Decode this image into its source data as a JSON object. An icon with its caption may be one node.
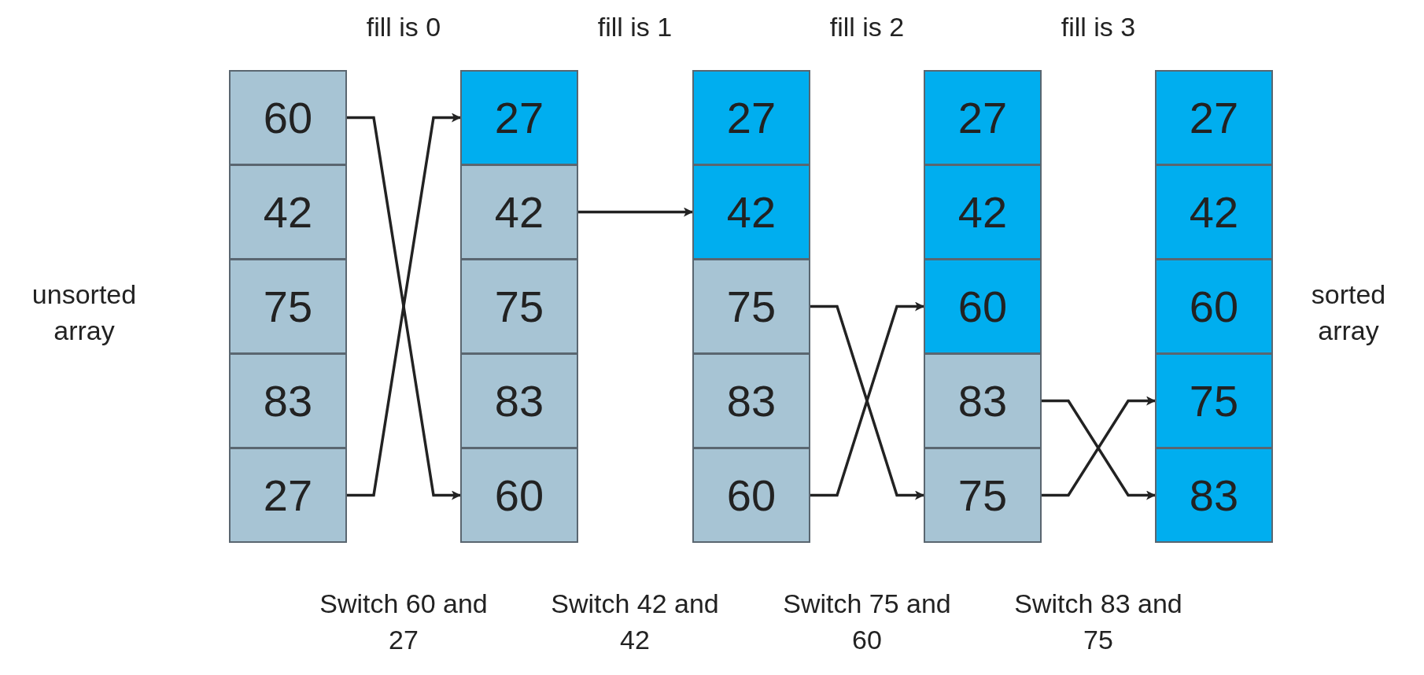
{
  "diagram": {
    "nodes": [
      {
        "text": [
          "60"
        ]
      },
      {
        "text": [
          "42"
        ]
      },
      {
        "text": [
          "75"
        ]
      },
      {
        "text": [
          "83"
        ]
      },
      {
        "text": [
          "27"
        ]
      },
      {
        "text": [
          "27"
        ]
      },
      {
        "text": [
          "42"
        ]
      },
      {
        "text": [
          "75"
        ]
      },
      {
        "text": [
          "83"
        ]
      },
      {
        "text": [
          "60"
        ]
      },
      {
        "text": [
          "27"
        ]
      },
      {
        "text": [
          "42"
        ]
      },
      {
        "text": [
          "75"
        ]
      },
      {
        "text": [
          "83"
        ]
      },
      {
        "text": [
          "60"
        ]
      },
      {
        "text": [
          "27"
        ]
      },
      {
        "text": [
          "42"
        ]
      },
      {
        "text": [
          "60"
        ]
      },
      {
        "text": [
          "83"
        ]
      },
      {
        "text": [
          "75"
        ]
      },
      {
        "text": [
          "27"
        ]
      },
      {
        "text": [
          "42"
        ]
      },
      {
        "text": [
          "60"
        ]
      },
      {
        "text": [
          "75"
        ]
      },
      {
        "text": [
          "83"
        ]
      }
    ],
    "edges": [
      {
        "from": 0,
        "to": 9,
        "arrow": "to"
      },
      {
        "from": 4,
        "to": 5,
        "arrow": "to"
      },
      {
        "from": 6,
        "to": 11,
        "arrow": "to"
      },
      {
        "from": 12,
        "to": 19,
        "arrow": "to"
      },
      {
        "from": 14,
        "to": 17,
        "arrow": "to"
      },
      {
        "from": 18,
        "to": 24,
        "arrow": "to"
      },
      {
        "from": 19,
        "to": 23,
        "arrow": "to"
      }
    ],
    "labels": [
      "fill is 0",
      "fill is 1",
      "fill is 2",
      "fill is 3",
      "unsorted array",
      "sorted array",
      "Switch 60 and 27",
      "Switch 42 and 42",
      "Switch 75 and 60",
      "Switch 83 and 75"
    ]
  }
}
